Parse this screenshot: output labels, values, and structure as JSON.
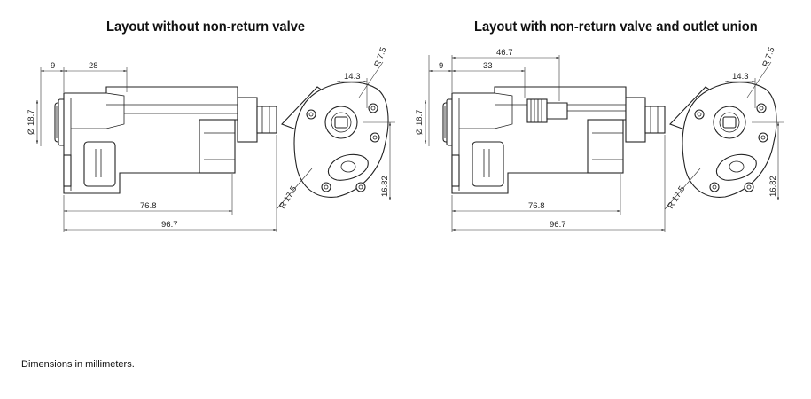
{
  "titles": {
    "left": "Layout without non-return valve",
    "right": "Layout with non-return valve and outlet union"
  },
  "footnote": "Dimensions in millimeters.",
  "left_drawing": {
    "dims": {
      "d9": "9",
      "d28": "28",
      "d14_3": "14.3",
      "r7_5": "R 7.5",
      "dia18_7": "Ø 18.7",
      "r17_5": "R 17.5",
      "d16_82": "16.82",
      "d76_8": "76.8",
      "d96_7": "96.7"
    }
  },
  "right_drawing": {
    "dims": {
      "d46_7": "46.7",
      "d9": "9",
      "d33": "33",
      "d14_3": "14.3",
      "r7_5": "R 7.5",
      "dia18_7": "Ø 18.7",
      "r17_5": "R 17.5",
      "d16_82": "16.82",
      "d76_8": "76.8",
      "d96_7": "96.7"
    }
  }
}
